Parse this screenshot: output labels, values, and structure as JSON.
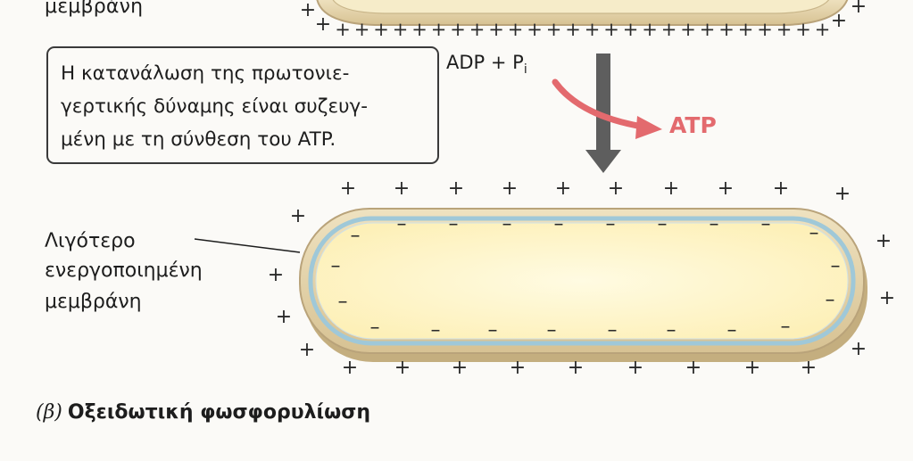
{
  "top_membrane_label": "μεμβράνη",
  "note_box": {
    "lines": [
      "Η κατανάλωση της πρωτονιε-",
      "γερτικής δύναμης είναι συζευγ-",
      "μένη με τη σύνθεση του ATP."
    ]
  },
  "reaction": {
    "substrate_main": "ADP + P",
    "substrate_subscript": "i",
    "product": "ATP",
    "product_color": "#e36a6e",
    "proton_arrow_color": "#5e5e5e"
  },
  "lower_membrane_label": [
    "Λιγότερο",
    "ενεργοποιημένη",
    "μεμβράνη"
  ],
  "charges": {
    "outside_symbol": "+",
    "inside_symbol": "–"
  },
  "colors": {
    "membrane_fill": "#e6d5ac",
    "membrane_edge": "#b9a37a",
    "interior_fill": "#fff6c8",
    "inner_line": "#9fc8d8"
  },
  "caption": {
    "panel": "(β)",
    "title": "Οξειδωτική φωσφορυλίωση"
  }
}
